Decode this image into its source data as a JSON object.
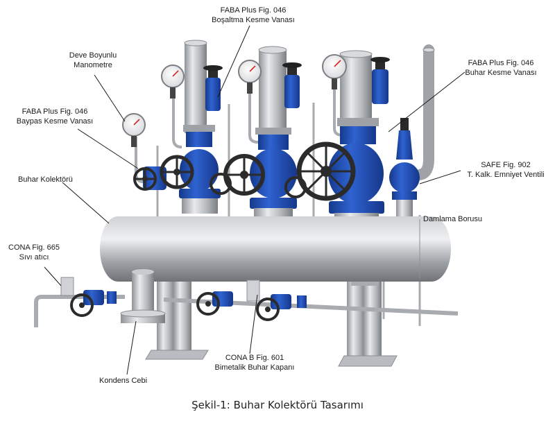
{
  "labels": {
    "drain_valve": {
      "line1": "FABA Plus Fig. 046",
      "line2": "Boşaltma Kesme Vanası"
    },
    "gauge": {
      "line1": "Deve Boyunlu",
      "line2": "Manometre"
    },
    "steam_valve": {
      "line1": "FABA Plus Fig. 046",
      "line2": "Buhar Kesme Vanası"
    },
    "bypass_valve": {
      "line1": "FABA Plus Fig. 046",
      "line2": "Baypas Kesme Vanası"
    },
    "collector": {
      "line1": "Buhar Kolektörü"
    },
    "safety_valve": {
      "line1": "SAFE Fig. 902",
      "line2": "T. Kalk. Emniyet Ventili"
    },
    "drip_pipe": {
      "line1": "Damlama Borusu"
    },
    "liquid_trap": {
      "line1": "CONA Fig. 665",
      "line2": "Sıvı atıcı"
    },
    "bimetal_trap": {
      "line1": "CONA B Fig. 601",
      "line2": "Bimetalik Buhar Kapanı"
    },
    "condensate_pocket": {
      "line1": "Kondens Cebi"
    }
  },
  "caption": "Şekil-1: Buhar Kolektörü Tasarımı",
  "colors": {
    "valve_blue": "#1f4fb5",
    "steel": "#a9abae",
    "handwheel": "#2b2b2b",
    "gauge_needle": "#d8231f"
  }
}
